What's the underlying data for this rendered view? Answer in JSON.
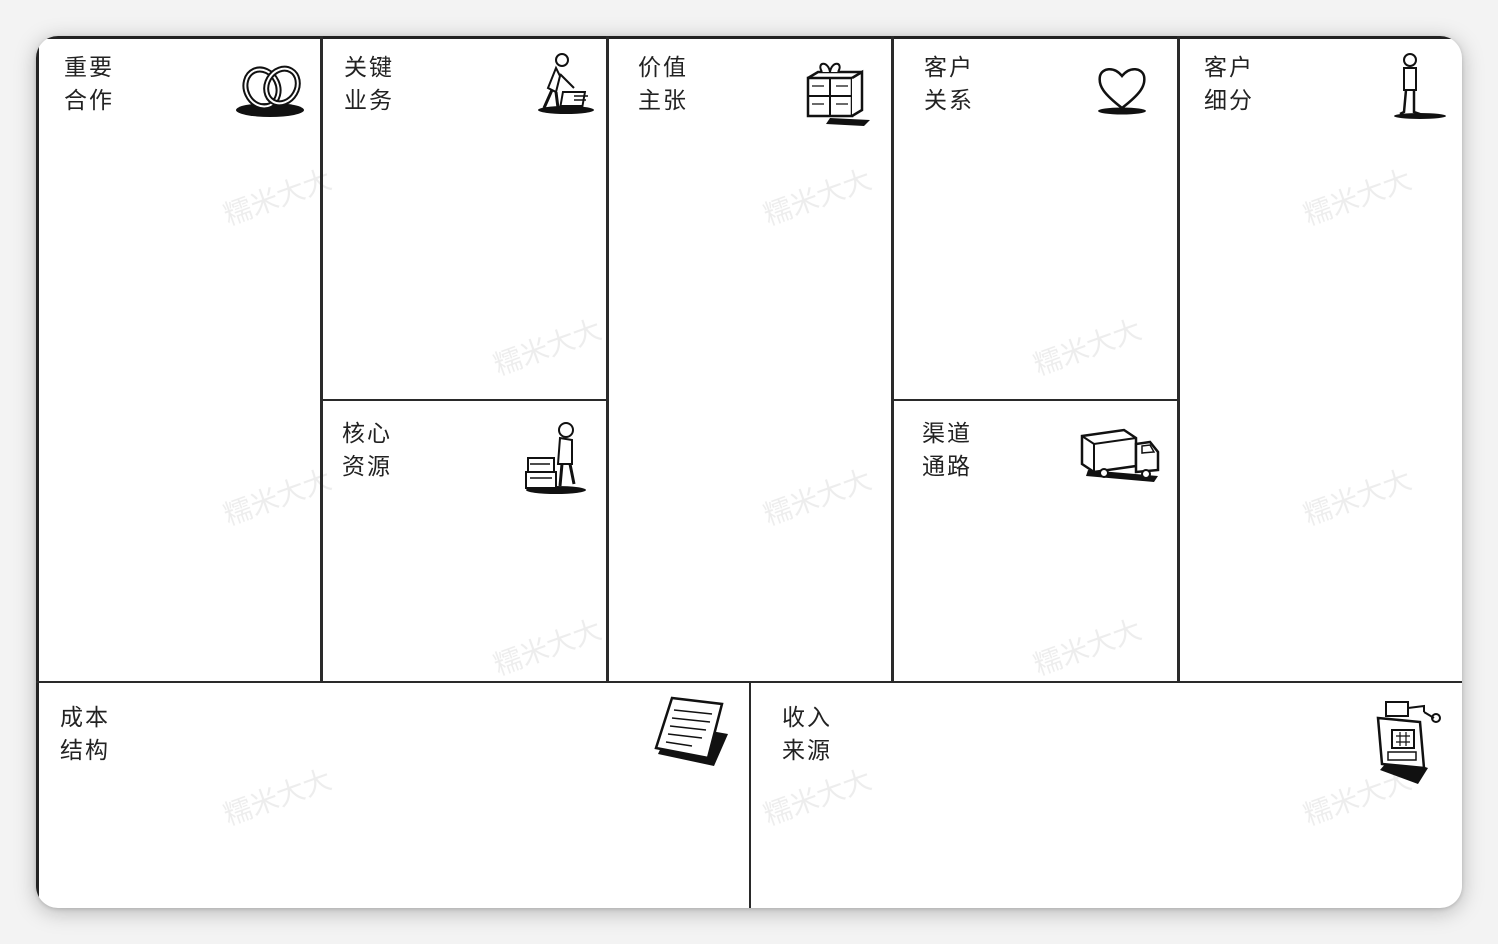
{
  "canvas": {
    "blocks": {
      "key_partners": {
        "line1": "重要",
        "line2": "合作",
        "icon": "linked-rings-icon"
      },
      "key_activities": {
        "line1": "关键",
        "line2": "业务",
        "icon": "worker-icon"
      },
      "key_resources": {
        "line1": "核心",
        "line2": "资源",
        "icon": "person-with-boxes-icon"
      },
      "value_propositions": {
        "line1": "价值",
        "line2": "主张",
        "icon": "gift-box-icon"
      },
      "customer_relationships": {
        "line1": "客户",
        "line2": "关系",
        "icon": "heart-icon"
      },
      "channels": {
        "line1": "渠道",
        "line2": "通路",
        "icon": "delivery-truck-icon"
      },
      "customer_segments": {
        "line1": "客户",
        "line2": "细分",
        "icon": "standing-person-icon"
      },
      "cost_structure": {
        "line1": "成本",
        "line2": "结构",
        "icon": "document-stack-icon"
      },
      "revenue_streams": {
        "line1": "收入",
        "line2": "来源",
        "icon": "cash-register-icon"
      }
    },
    "watermark": "糯米大大"
  }
}
